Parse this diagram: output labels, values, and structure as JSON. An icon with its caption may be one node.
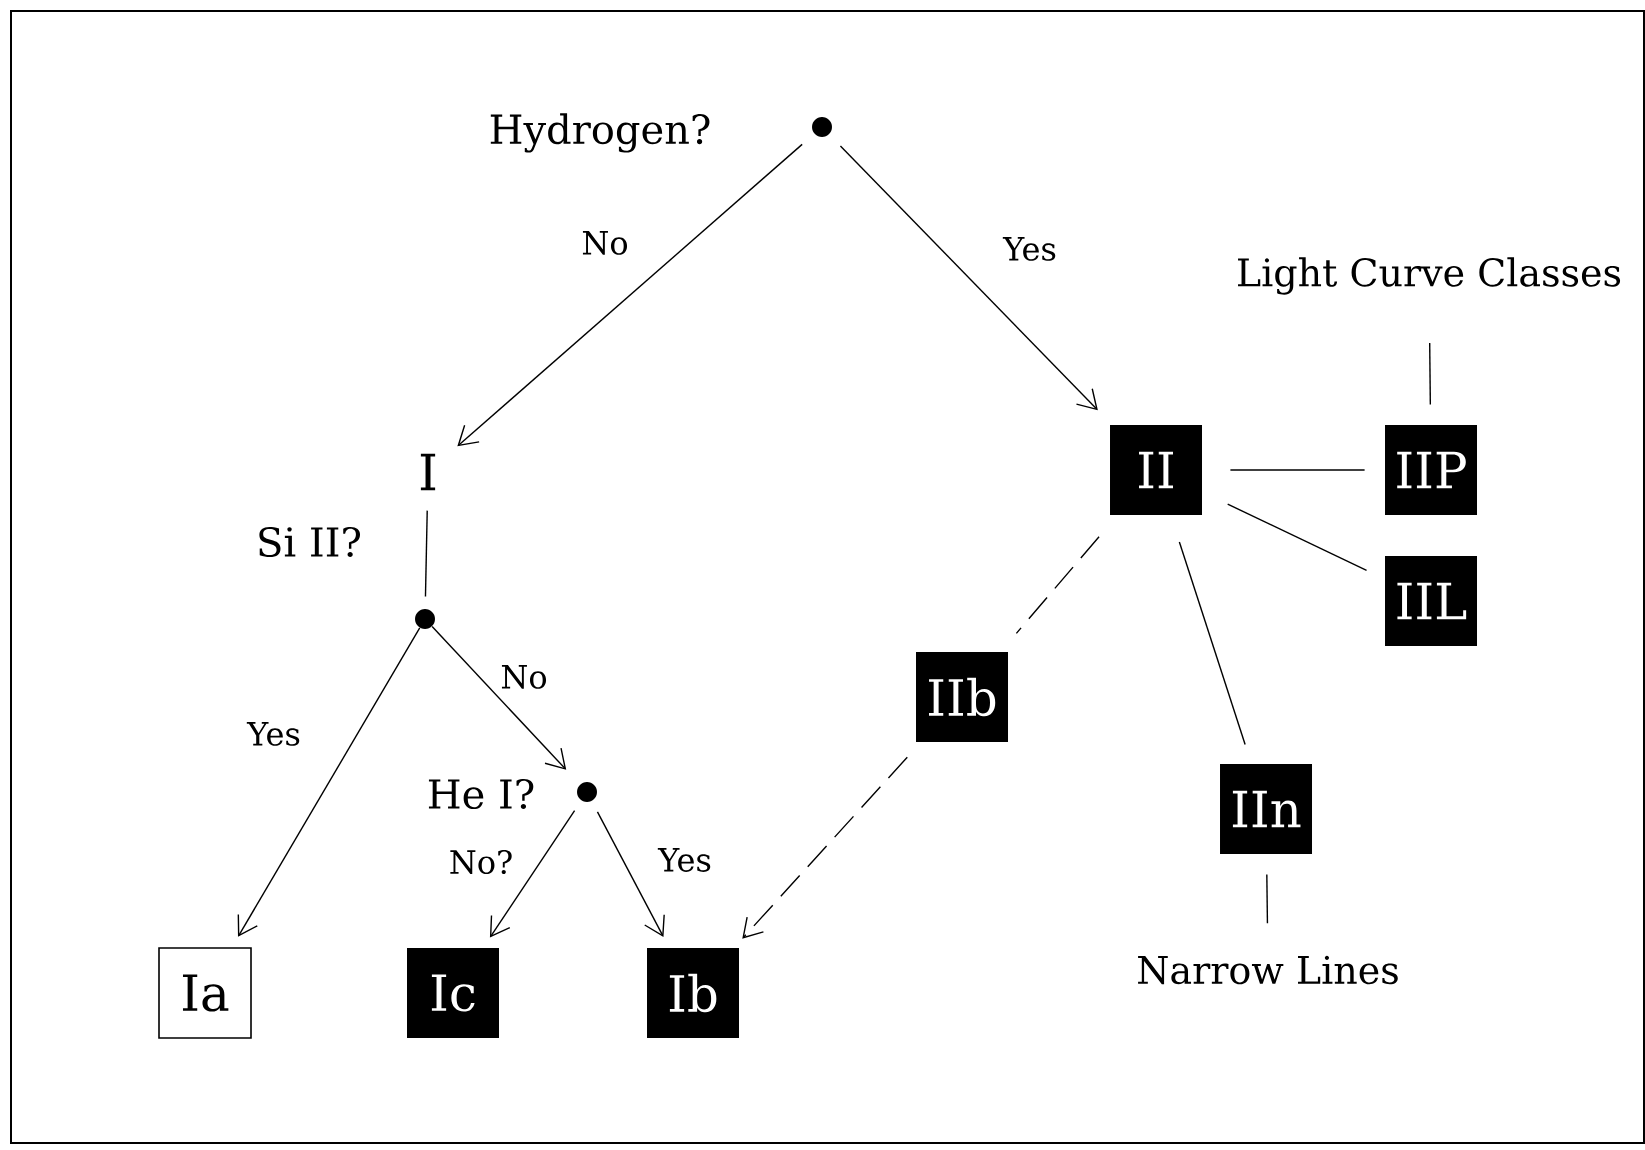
{
  "diagram": {
    "nodes": [
      {
        "text": [
          "Hydrogen?"
        ]
      },
      {
        "text": [
          "I"
        ]
      },
      {
        "text": [
          "Si II?"
        ]
      },
      {
        "text": [
          "He I?"
        ]
      },
      {
        "text": [
          "Ia"
        ]
      },
      {
        "text": [
          "Ic"
        ]
      },
      {
        "text": [
          "Ib"
        ]
      },
      {
        "text": [
          "II"
        ]
      },
      {
        "text": [
          "IIb"
        ]
      },
      {
        "text": [
          "IIP"
        ]
      },
      {
        "text": [
          "IIL"
        ]
      },
      {
        "text": [
          "IIn"
        ]
      },
      {
        "text": [
          "Light Curve Classes"
        ]
      },
      {
        "text": [
          "Narrow Lines"
        ]
      }
    ],
    "edges": [
      {
        "from": 0,
        "to": 1,
        "arrow": "to",
        "label": "No"
      },
      {
        "from": 0,
        "to": 7,
        "arrow": "to",
        "label": "Yes"
      },
      {
        "from": 1,
        "to": 2,
        "arrow": "none"
      },
      {
        "from": 2,
        "to": 4,
        "arrow": "to",
        "label": "Yes"
      },
      {
        "from": 2,
        "to": 3,
        "arrow": "to",
        "label": "No"
      },
      {
        "from": 3,
        "to": 5,
        "arrow": "to",
        "label": "No?"
      },
      {
        "from": 3,
        "to": 6,
        "arrow": "to",
        "label": "Yes"
      },
      {
        "from": 7,
        "to": 8,
        "arrow": "none",
        "style": "dashed"
      },
      {
        "from": 8,
        "to": 6,
        "arrow": "to",
        "style": "dashed"
      },
      {
        "from": 7,
        "to": 9,
        "arrow": "none"
      },
      {
        "from": 7,
        "to": 10,
        "arrow": "none"
      },
      {
        "from": 7,
        "to": 11,
        "arrow": "none"
      },
      {
        "from": 12,
        "to": 9,
        "arrow": "none"
      },
      {
        "from": 11,
        "to": 13,
        "arrow": "none"
      }
    ]
  }
}
